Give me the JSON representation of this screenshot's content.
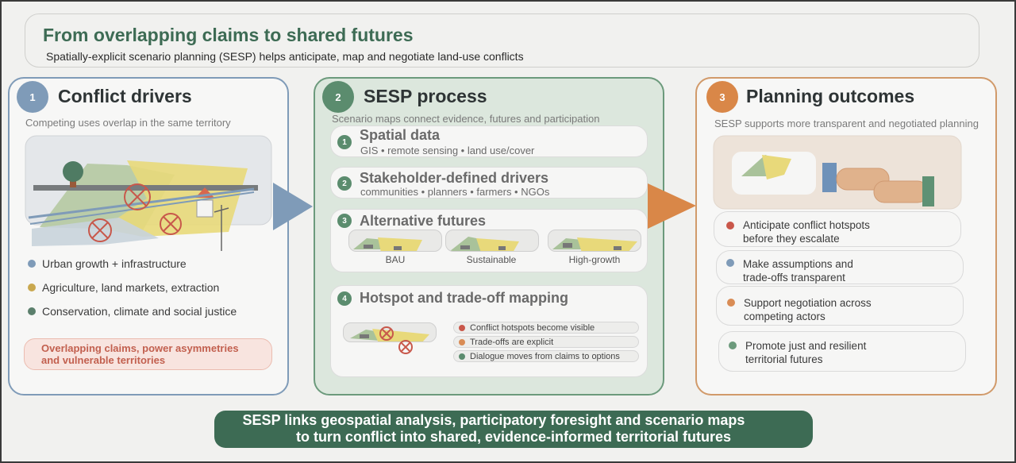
{
  "header": {
    "title": "From overlapping claims to shared futures",
    "subtitle": "Spatially-explicit scenario planning (SESP) helps anticipate, map and negotiate land-use conflicts"
  },
  "panels": [
    {
      "number": "1",
      "title": "Conflict drivers",
      "subtitle": "Competing uses overlap in the same territory",
      "accent": "#7f9bb8",
      "bullets": [
        {
          "label": "Urban growth + infrastructure",
          "color": "#7f9bb8"
        },
        {
          "label": "Agriculture, land markets, extraction",
          "color": "#c9a84f"
        },
        {
          "label": "Conservation, climate and social justice",
          "color": "#5b7f6c"
        }
      ],
      "warning": {
        "line1": "Overlapping claims, power asymmetries",
        "line2": "and vulnerable territories"
      }
    },
    {
      "number": "2",
      "title": "SESP process",
      "subtitle": "Scenario maps connect evidence, futures and participation",
      "accent": "#5b8c6e",
      "steps": [
        {
          "number": "1",
          "title": "Spatial data",
          "desc": "GIS • remote sensing • land use/cover"
        },
        {
          "number": "2",
          "title": "Stakeholder-defined drivers",
          "desc": "communities • planners • farmers • NGOs"
        },
        {
          "number": "3",
          "title": "Alternative futures",
          "scenarios": [
            "BAU",
            "Sustainable",
            "High-growth"
          ]
        },
        {
          "number": "4",
          "title": "Hotspot and trade-off mapping",
          "points": [
            {
              "label": "Conflict hotspots become visible",
              "color": "#c9574a"
            },
            {
              "label": "Trade-offs are explicit",
              "color": "#d98c55"
            },
            {
              "label": "Dialogue moves from claims to options",
              "color": "#5b8c6e"
            }
          ]
        }
      ]
    },
    {
      "number": "3",
      "title": "Planning outcomes",
      "subtitle": "SESP supports more transparent and negotiated planning",
      "accent": "#d98748",
      "outcomes": [
        {
          "line1": "Anticipate conflict hotspots",
          "line2": "before they escalate",
          "color": "#c9574a"
        },
        {
          "line1": "Make assumptions and",
          "line2": "trade-offs transparent",
          "color": "#7f9bb8"
        },
        {
          "line1": "Support negotiation across",
          "line2": "competing actors",
          "color": "#d98c55"
        },
        {
          "line1": "Promote just and resilient",
          "line2": "territorial futures",
          "color": "#6c9a7c"
        }
      ]
    }
  ],
  "footer": {
    "line1": "SESP links geospatial analysis, participatory foresight and scenario maps",
    "line2": "to turn conflict into shared, evidence-informed territorial futures"
  }
}
